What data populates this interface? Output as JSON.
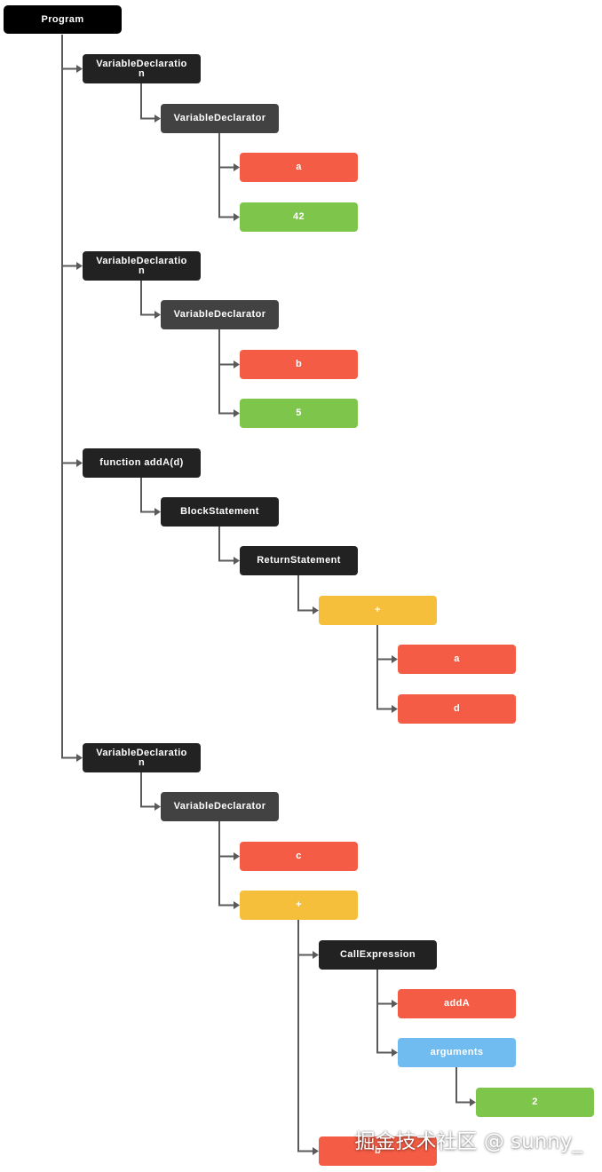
{
  "colors": {
    "root": "#000000",
    "dark": "#222222",
    "gray": "#424242",
    "red": "#f55c45",
    "green": "#7ec64b",
    "yellow": "#f5be3b",
    "blue": "#70bcf0",
    "edge": "#5a5a5a"
  },
  "nodes": [
    {
      "id": "program",
      "label": "Program",
      "color": "root",
      "level": 0,
      "row": 0,
      "parent": null
    },
    {
      "id": "decl-a",
      "label": "VariableDeclaration",
      "color": "dark",
      "level": 1,
      "row": 1,
      "parent": "program"
    },
    {
      "id": "declarator-a",
      "label": "VariableDeclarator",
      "color": "gray",
      "level": 2,
      "row": 2,
      "parent": "decl-a"
    },
    {
      "id": "ident-a",
      "label": "a",
      "color": "red",
      "level": 3,
      "row": 3,
      "parent": "declarator-a"
    },
    {
      "id": "lit-42",
      "label": "42",
      "color": "green",
      "level": 3,
      "row": 4,
      "parent": "declarator-a"
    },
    {
      "id": "decl-b",
      "label": "VariableDeclaration",
      "color": "dark",
      "level": 1,
      "row": 5,
      "parent": "program"
    },
    {
      "id": "declarator-b",
      "label": "VariableDeclarator",
      "color": "gray",
      "level": 2,
      "row": 6,
      "parent": "decl-b"
    },
    {
      "id": "ident-b",
      "label": "b",
      "color": "red",
      "level": 3,
      "row": 7,
      "parent": "declarator-b"
    },
    {
      "id": "lit-5",
      "label": "5",
      "color": "green",
      "level": 3,
      "row": 8,
      "parent": "declarator-b"
    },
    {
      "id": "func-adda",
      "label": "function addA(d)",
      "color": "dark",
      "level": 1,
      "row": 9,
      "parent": "program"
    },
    {
      "id": "block-stmt",
      "label": "BlockStatement",
      "color": "dark",
      "level": 2,
      "row": 10,
      "parent": "func-adda"
    },
    {
      "id": "return-stmt",
      "label": "ReturnStatement",
      "color": "dark",
      "level": 3,
      "row": 11,
      "parent": "block-stmt"
    },
    {
      "id": "plus-ad",
      "label": "+",
      "color": "yellow",
      "level": 4,
      "row": 12,
      "parent": "return-stmt"
    },
    {
      "id": "ident-a2",
      "label": "a",
      "color": "red",
      "level": 5,
      "row": 13,
      "parent": "plus-ad"
    },
    {
      "id": "ident-d",
      "label": "d",
      "color": "red",
      "level": 5,
      "row": 14,
      "parent": "plus-ad"
    },
    {
      "id": "decl-c",
      "label": "VariableDeclaration",
      "color": "dark",
      "level": 1,
      "row": 15,
      "parent": "program"
    },
    {
      "id": "declarator-c",
      "label": "VariableDeclarator",
      "color": "gray",
      "level": 2,
      "row": 16,
      "parent": "decl-c"
    },
    {
      "id": "ident-c",
      "label": "c",
      "color": "red",
      "level": 3,
      "row": 17,
      "parent": "declarator-c"
    },
    {
      "id": "plus-c",
      "label": "+",
      "color": "yellow",
      "level": 3,
      "row": 18,
      "parent": "declarator-c"
    },
    {
      "id": "call-expr",
      "label": "CallExpression",
      "color": "dark",
      "level": 4,
      "row": 19,
      "parent": "plus-c"
    },
    {
      "id": "callee-adda",
      "label": "addA",
      "color": "red",
      "level": 5,
      "row": 20,
      "parent": "call-expr"
    },
    {
      "id": "arguments",
      "label": "arguments",
      "color": "blue",
      "level": 5,
      "row": 21,
      "parent": "call-expr"
    },
    {
      "id": "lit-2",
      "label": "2",
      "color": "green",
      "level": 6,
      "row": 22,
      "parent": "arguments"
    },
    {
      "id": "ident-b2",
      "label": "b",
      "color": "red",
      "level": 4,
      "row": 23,
      "parent": "plus-c"
    }
  ],
  "watermark": "掘金技术社区 @ sunny_"
}
